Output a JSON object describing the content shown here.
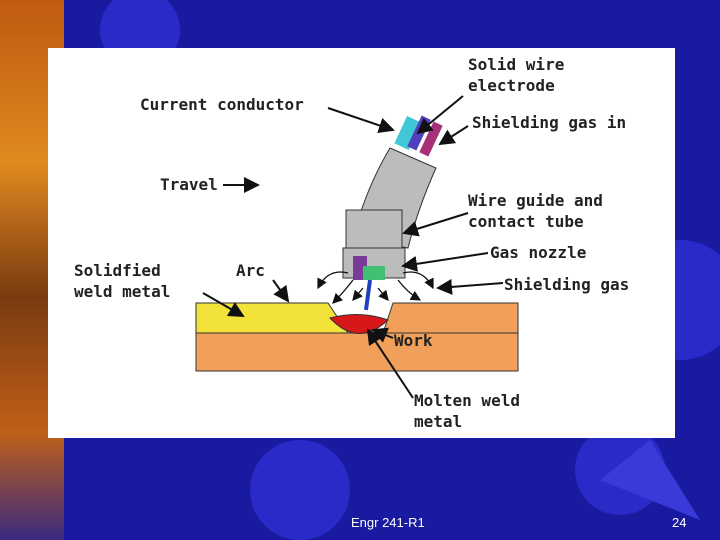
{
  "slide": {
    "footer_text": "Engr 241-R1",
    "page_number": "24",
    "background_color": "#1a1aa0",
    "gear_color": "#3a3ad8"
  },
  "diagram": {
    "labels": {
      "solid_wire_electrode": "Solid wire\nelectrode",
      "current_conductor": "Current conductor",
      "shielding_gas_in": "Shielding gas in",
      "travel": "Travel",
      "wire_guide": "Wire guide and\ncontact tube",
      "gas_nozzle": "Gas nozzle",
      "solidified_weld_metal": "Solidfied\nweld metal",
      "arc": "Arc",
      "shielding_gas": "Shielding gas",
      "work": "Work",
      "molten_weld_metal": "Molten weld\nmetal"
    },
    "colors": {
      "weld_metal": "#f2e23a",
      "work_piece": "#f0a05a",
      "molten_pool": "#d81818",
      "torch_body": "#bcbcbc",
      "wire_conductor": "#40c8d8",
      "gas_hose": "#a83078"
    }
  }
}
